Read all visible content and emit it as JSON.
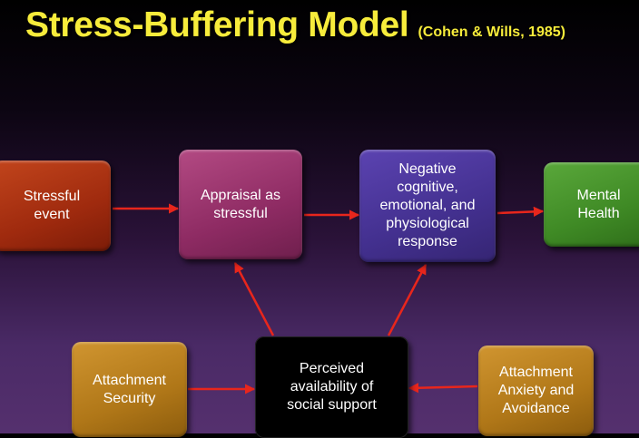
{
  "title": {
    "main": "Stress-Buffering Model",
    "citation": "(Cohen & Wills, 1985)"
  },
  "nodes": {
    "stressful_event": "Stressful event",
    "appraisal": "Appraisal as stressful",
    "negative_response": "Negative cognitive, emotional, and physiological response",
    "mental_health": "Mental Health",
    "perceived_support": "Perceived availability of social support",
    "attachment_security": "Attachment Security",
    "attachment_anxiety": "Attachment Anxiety and Avoidance"
  },
  "edges": [
    {
      "from": "stressful_event",
      "to": "appraisal"
    },
    {
      "from": "appraisal",
      "to": "negative_response"
    },
    {
      "from": "negative_response",
      "to": "mental_health"
    },
    {
      "from": "perceived_support",
      "to": "appraisal"
    },
    {
      "from": "perceived_support",
      "to": "negative_response"
    },
    {
      "from": "attachment_security",
      "to": "perceived_support"
    },
    {
      "from": "attachment_anxiety",
      "to": "perceived_support"
    }
  ],
  "colors": {
    "title": "#f7ec3b",
    "arrow": "#e8261c",
    "stressful_event": "#9f2a0e",
    "appraisal": "#8e2b63",
    "negative_response": "#43308f",
    "mental_health": "#3f8a25",
    "attachment": "#b07718",
    "perceived_support": "#000000"
  }
}
